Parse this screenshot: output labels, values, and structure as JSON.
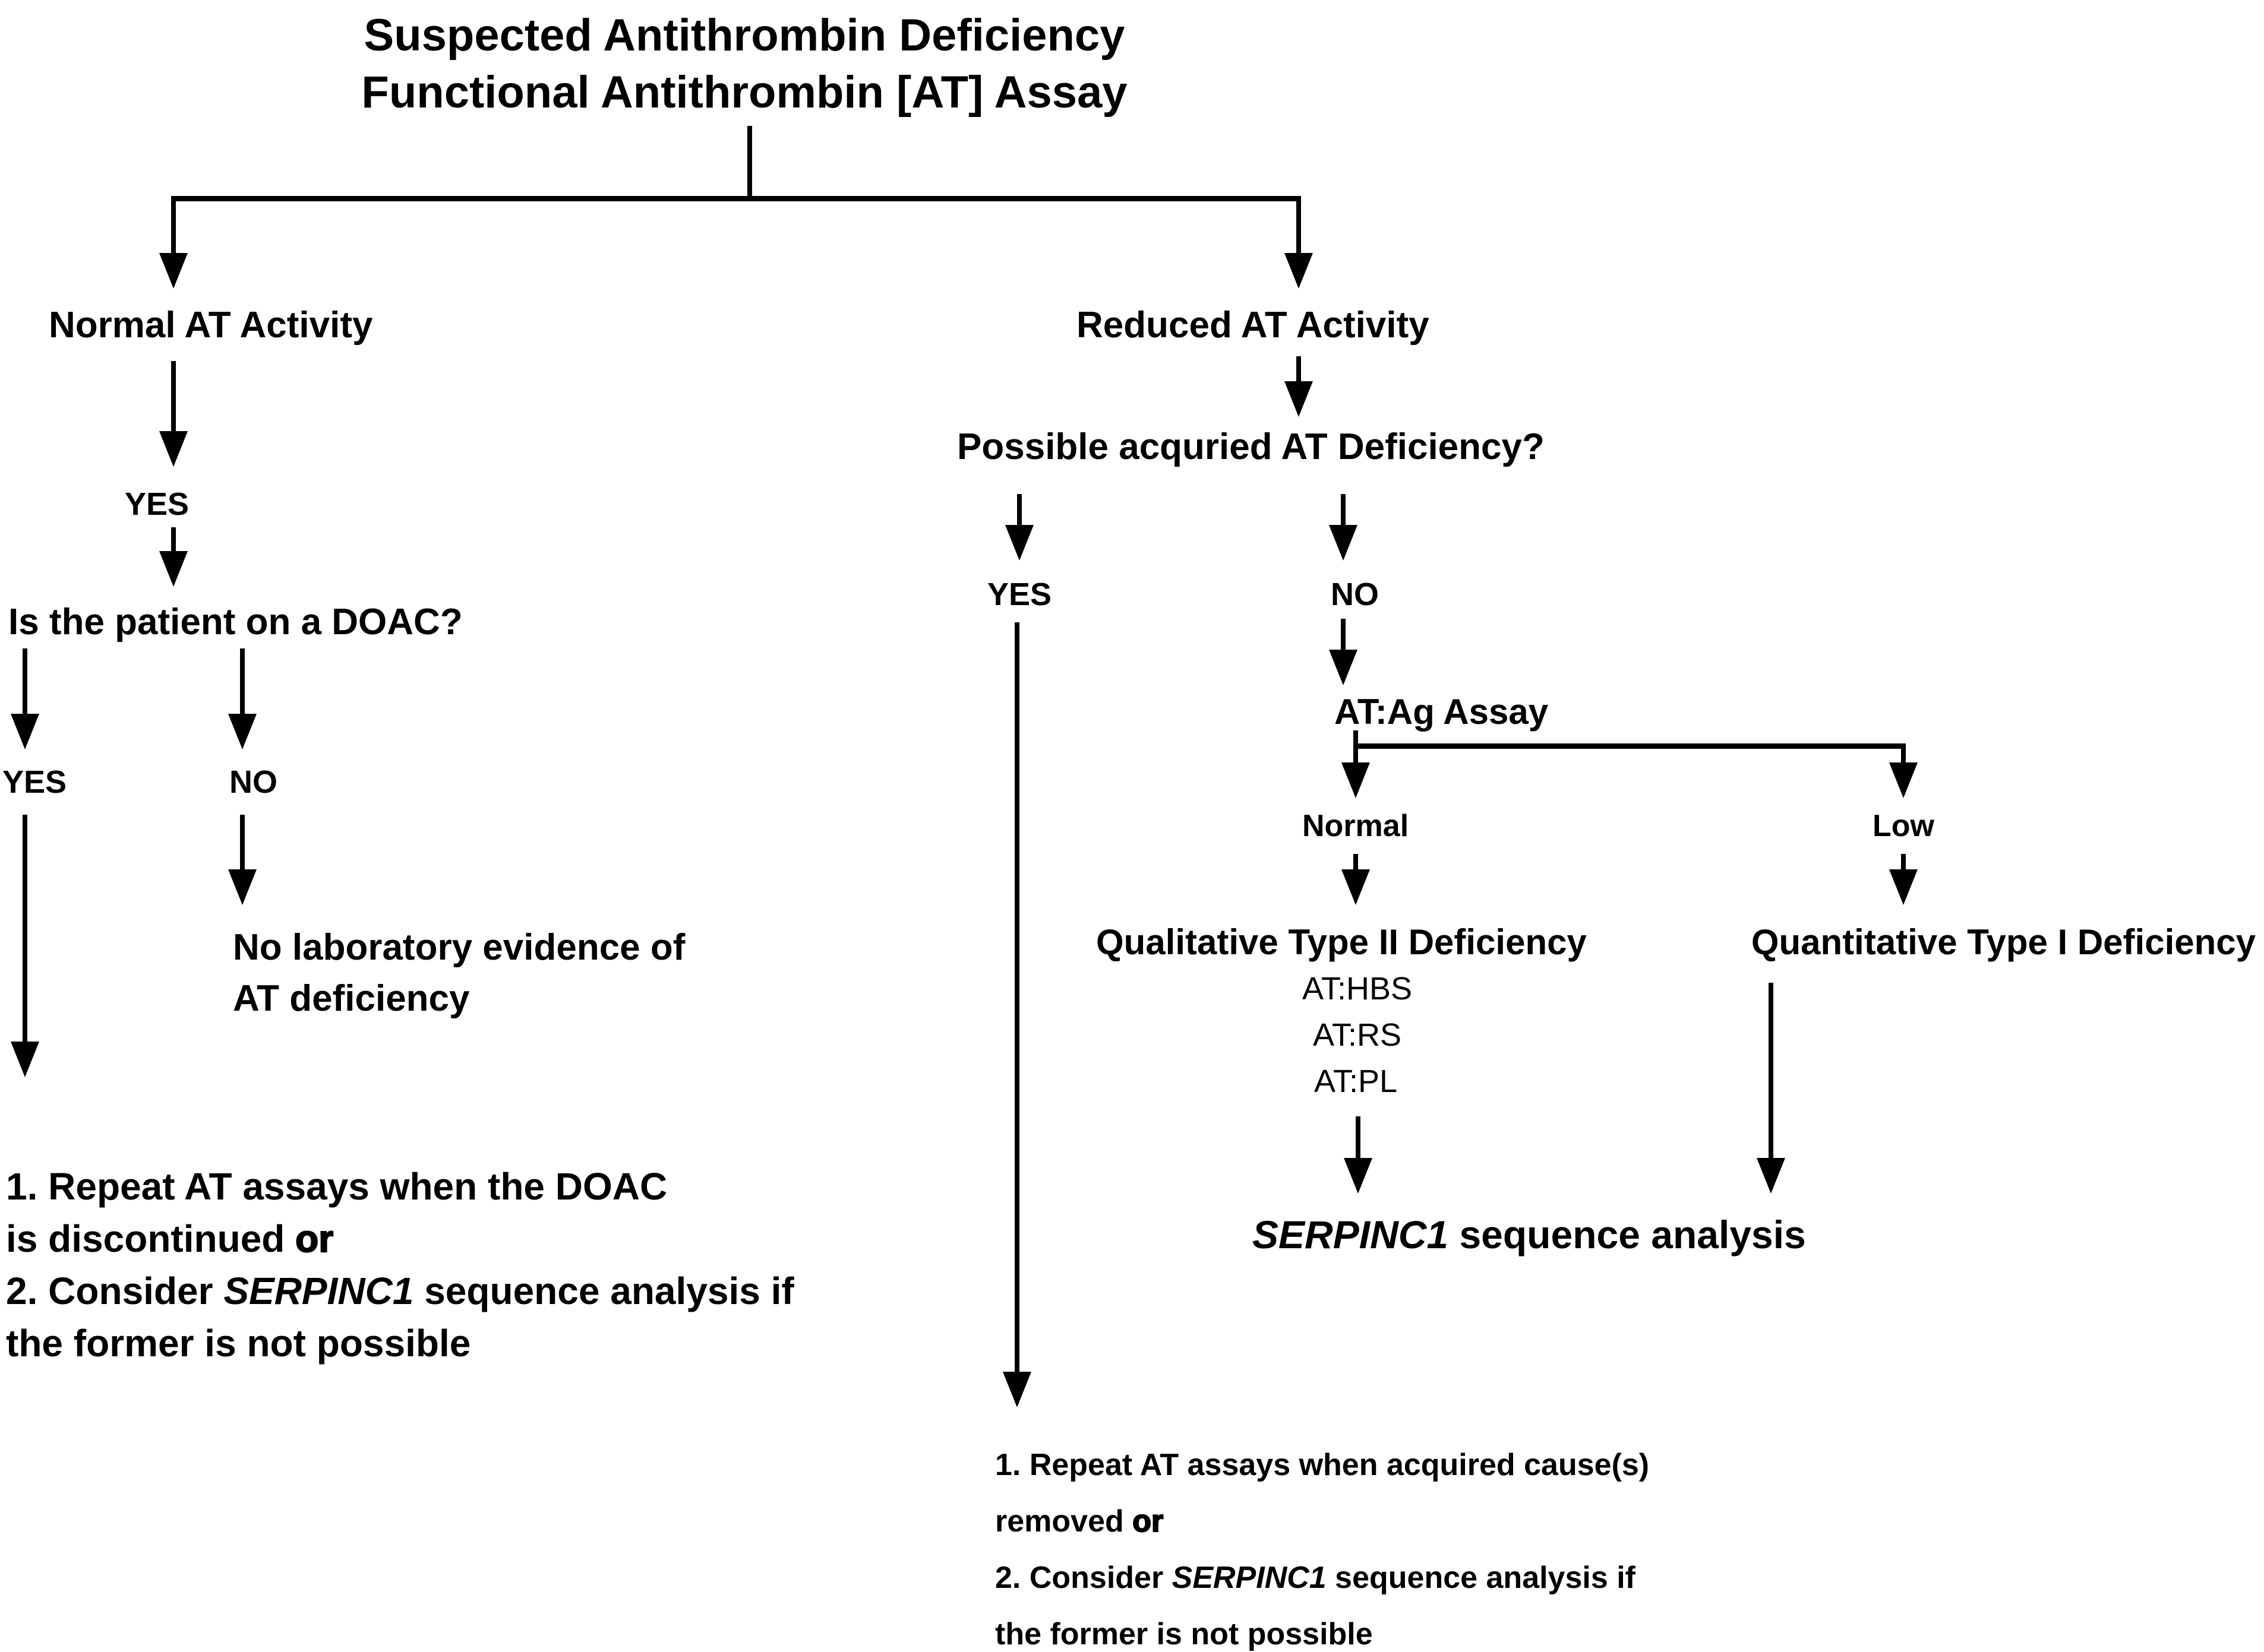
{
  "colors": {
    "ink": "#000000",
    "background": "#ffffff"
  },
  "diagram": {
    "title_line1": "Suspected Antithrombin Deficiency",
    "title_line2": "Functional Antithrombin [AT] Assay",
    "left_branch": {
      "node_normal_activity": "Normal AT Activity",
      "label_yes": "YES",
      "node_doac_question": "Is the patient on a DOAC?",
      "label_doac_yes": "YES",
      "label_doac_no": "NO",
      "node_no_lab_line1": "No laboratory evidence of",
      "node_no_lab_line2": "AT deficiency",
      "outcome": {
        "line1": "1. Repeat AT assays when the DOAC",
        "line2_text": "is discontinued ",
        "line2_or": "or",
        "line3_prefix": "2. Consider ",
        "line3_gene": "SERPINC1",
        "line3_suffix": " sequence analysis if",
        "line4": "the former is not possible"
      }
    },
    "right_branch": {
      "node_reduced_activity": "Reduced AT Activity",
      "node_acquired_question": "Possible acquried AT Deficiency?",
      "label_yes": "YES",
      "label_no": "NO",
      "node_atag_assay": "AT:Ag Assay",
      "label_normal": "Normal",
      "label_low": "Low",
      "node_qualitative": "Qualitative Type II Deficiency",
      "qualitative_sub1": "AT:HBS",
      "qualitative_sub2": "AT:RS",
      "qualitative_sub3": "AT:PL",
      "node_quantitative": "Quantitative Type I Deficiency",
      "sequence_node_gene": "SERPINC1",
      "sequence_node_suffix": " sequence analysis",
      "outcome": {
        "line1": "1. Repeat AT assays when acquired cause(s)",
        "line2_text": "removed ",
        "line2_or": "or",
        "line3_prefix": "2. Consider ",
        "line3_gene": "SERPINC1",
        "line3_suffix": " sequence analysis if",
        "line4": "the former is not possible"
      }
    }
  }
}
